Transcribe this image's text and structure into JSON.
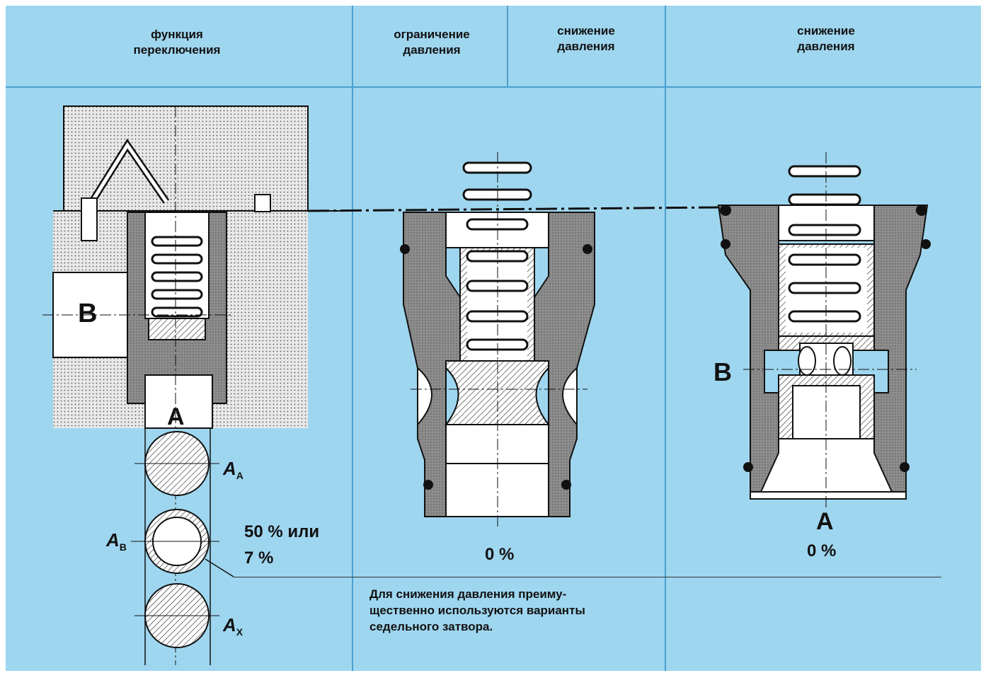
{
  "headers": {
    "col1": "функция\nпереключения",
    "col2": "ограничение\nдавления",
    "col3": "снижение\nдавления",
    "col4": "снижение\nдавления"
  },
  "labels": {
    "b_left": "B",
    "a_left": "A",
    "b_right": "B",
    "a_right": "A",
    "area_a": "A",
    "area_a_sub": "A",
    "area_b": "A",
    "area_b_sub": "B",
    "area_x": "A",
    "area_x_sub": "X"
  },
  "values": {
    "percent_left_1": "50 % или",
    "percent_left_2": "7 %",
    "percent_mid": "0 %",
    "percent_right": "0 %"
  },
  "note": "Для снижения давления преиму-\nщественно используются варианты\nседельного затвора.",
  "colors": {
    "background": "#9fd6ef",
    "grid_line": "#4a9fd0",
    "body_fill": "#8a8a8a",
    "white": "#ffffff"
  }
}
